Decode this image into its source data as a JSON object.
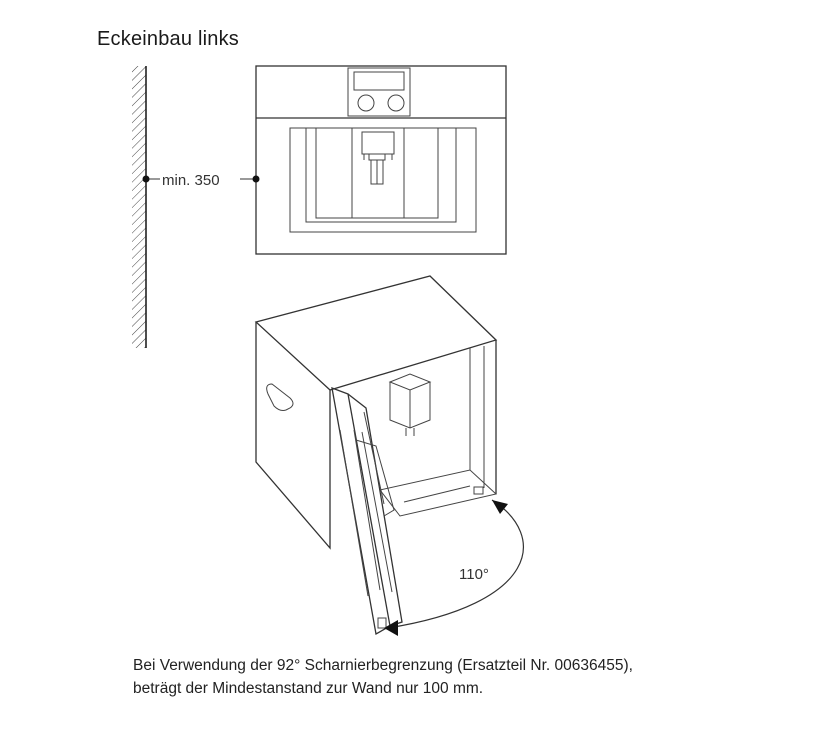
{
  "title": "Eckeinbau links",
  "dimension_min": "min. 350",
  "angle_label": "110°",
  "caption": {
    "line1": "Bei Verwendung der 92° Scharnierbegrenzung (Ersatzteil Nr. 00636455),",
    "line2": "beträgt der Mindestanstand zur Wand nur 100 mm."
  }
}
